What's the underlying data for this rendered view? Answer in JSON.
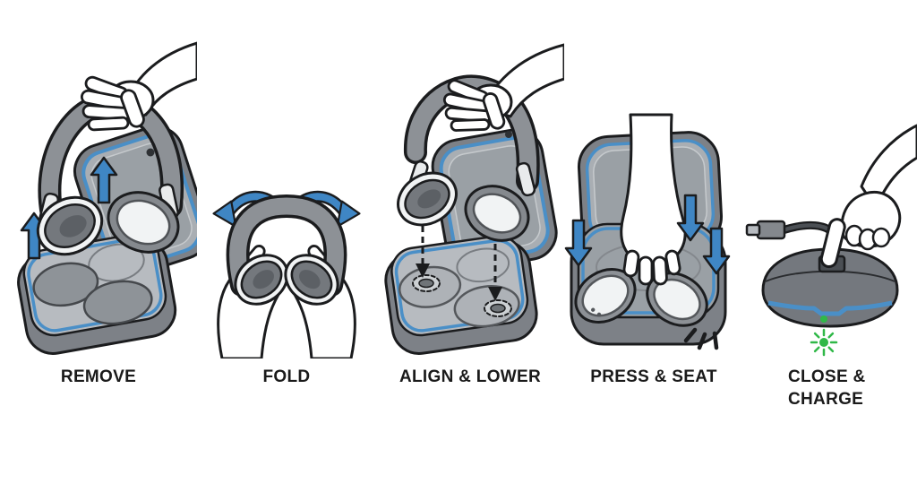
{
  "diagram_title": "Headphone charging case storage instructions",
  "steps": [
    {
      "id": "remove",
      "label": "REMOVE"
    },
    {
      "id": "fold",
      "label": "FOLD"
    },
    {
      "id": "align_lower",
      "label": "ALIGN & LOWER"
    },
    {
      "id": "press_seat",
      "label": "PRESS & SEAT"
    },
    {
      "id": "close_charge",
      "label": "CLOSE & CHARGE"
    }
  ],
  "indicators": {
    "charging_led_color": "#30b848",
    "charging_led_state": "blinking"
  },
  "colors": {
    "background": "#ffffff",
    "outline": "#1b1c1e",
    "label_text": "#1a1a1a",
    "case_shell": "#7d8187",
    "case_interior": "#a9aeb3",
    "case_recess": "#8e9398",
    "blue_trim": "#4a8fc7",
    "arrow_blue": "#3f86c4",
    "headband_gray": "#8d9196",
    "earcup_white": "#f1f3f4",
    "earpad_gray": "#74787d",
    "closed_case_gray": "#74787e",
    "green_led": "#30b848"
  }
}
